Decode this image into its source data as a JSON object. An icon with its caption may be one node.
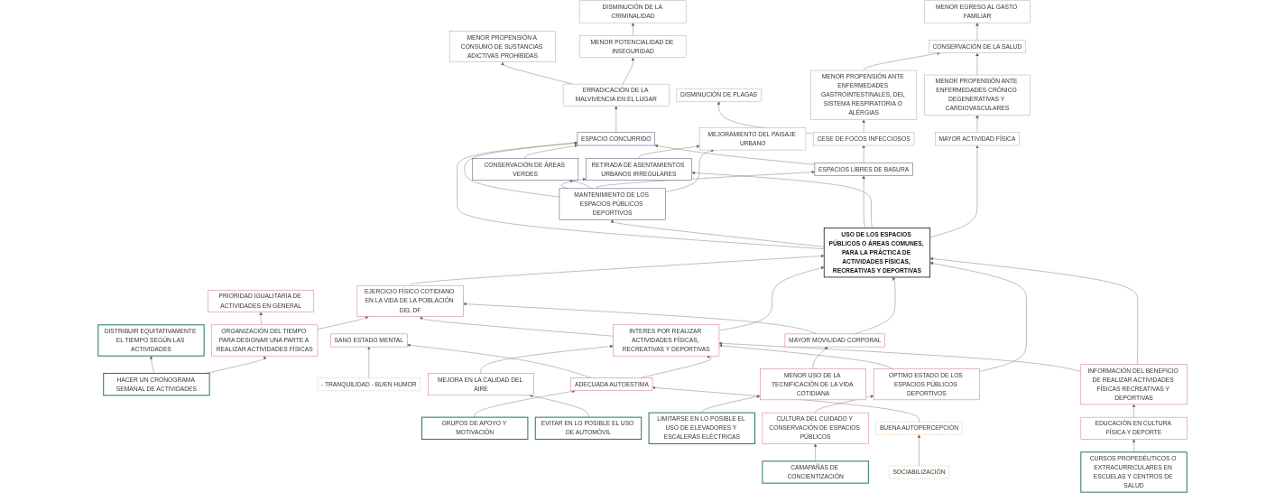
{
  "diagram": {
    "nodes": [
      {
        "text": [
          "MENOR EGRESO AL GASTO FAMILIAR"
        ]
      },
      {
        "text": [
          "CONSERVACIÓN DE LA SALUD"
        ]
      },
      {
        "text": [
          "MENOR PROPENSIÓN ANTE ENFERMEDADES GASTROINTESTINALES, DEL SISTEMA RESPIRATORIA O ALÉRGIAS"
        ]
      },
      {
        "text": [
          "MENOR POTENCIALIDAD DE INSEGURIDAD"
        ]
      },
      {
        "text": [
          "DISMINUCIÓN DE LA CRIMINALIDAD"
        ]
      },
      {
        "text": [
          "MENOR PROPENSIÓN ANTE ENFERMEDADES CRÓNICO DEGENERATIVAS Y CARDIOVASCULARES"
        ]
      },
      {
        "text": [
          "MEJORAMIENTO DEL PAISAJE URBANO"
        ]
      },
      {
        "text": [
          "CESE DE FOCOS INFECCIOSOS"
        ]
      },
      {
        "text": [
          "DISMINUCIÓN DE PLAGAS"
        ]
      },
      {
        "text": [
          "ERRADICACIÓN DE LA MALVIVENCIA EN EL LUGAR"
        ]
      },
      {
        "text": [
          "MENOR PROPENSIÓN A CONSUMO DE SUSTANCIAS ADICTIVAS PROHIBIDAS"
        ]
      },
      {
        "text": [
          "MAYOR ACTIVIDAD FÍSICA"
        ]
      },
      {
        "text": [
          "RETIRADA DE ASENTAMIENTOS URBANOS IRREGULARES"
        ]
      },
      {
        "text": [
          "ESPACIOS LIBRES DE BASURA"
        ]
      },
      {
        "text": [
          "MANTENIMIENTO DE LOS ESPACIOS PÚBLICOS DEPORTIVOS"
        ]
      },
      {
        "text": [
          "CONSERVACIÓN DE ÁREAS VERDES"
        ]
      },
      {
        "text": [
          "ESPACIO CONCURRIDO"
        ]
      },
      {
        "text": [
          "USO DE LOS ESPACIOS PÚBLICOS O ÁREAS COMUNES, PARA LA PRÁCTICA DE ACTIVIDADES FÍSICAS, RECREATIVAS Y DEPORTIVAS"
        ]
      },
      {
        "text": [
          "EJERCICIO FÍSICO COTIDIANO EN LA VIDA DE LA POBLACIÓN DEL DF"
        ]
      },
      {
        "text": [
          "INTERES POR REALIZAR ACTIVIDADES FÍSICAS, RECREATIVAS Y DEPORTIVAS"
        ]
      },
      {
        "text": [
          "INFORMACIÓN DEL BENEFICIO DE REALIZAR ACTIVIDADES FÍSICAS RECREATIVAS Y DEPORTIVAS"
        ]
      },
      {
        "text": [
          "MAYOR MOVILIDAD CORPORAL"
        ]
      },
      {
        "text": [
          "OPTIMO ESTADO DE LOS ESPACIOS PÚBLICOS DEPORTIVOS"
        ]
      },
      {
        "text": [
          "ORGANIZACIÓN DEL TIEMPO PARA DESIGNAR UNA PARTE A REALIZAR ACTIVIDADES FÍSICAS"
        ]
      },
      {
        "text": [
          "PRIORIDAD IGUALITARIA DE ACTIVIDADES EN GENERAL"
        ]
      },
      {
        "text": [
          "MEJORA EN LA CALIDAD DEL AIRE"
        ]
      },
      {
        "text": [
          "ADECUADA AUTOESTIMA"
        ]
      },
      {
        "text": [
          "SANO ESTADO MENTAL"
        ]
      },
      {
        "text": [
          "EDUCACIÓN EN CULTURA FÍSICA Y DEPORTE"
        ]
      },
      {
        "text": [
          "MENOR USO DE LA TECNIFICACIÓN DE LA VIDA COTIDIANA"
        ]
      },
      {
        "text": [
          "CULTURA DEL CUIDADO Y CONSERVACIÓN DE ESPACIOS PÚBLICOS"
        ]
      },
      {
        "text": [
          "BUENA AUTOPERCEPCIÓN"
        ]
      },
      {
        "text": [
          "- TRANQUILIDAD - BUEN HUMOR"
        ]
      },
      {
        "text": [
          "HACER UN CRONOGRAMA SEMANAL DE ACTIVIDADES"
        ]
      },
      {
        "text": [
          "DISTRIBUIR EQUITATIVAMENTE EL TIEMPO SEGÚN LAS ACTIVIDADES"
        ]
      },
      {
        "text": [
          "LIMITARSE EN LO POSIBLE EL USO DE ELEVADORES Y ESCALERAS ELÉCTRICAS"
        ]
      },
      {
        "text": [
          "CAMAPAÑAS DE CONCIENTIZACIÓN"
        ]
      },
      {
        "text": [
          "SOCIABILIZACIÓN"
        ]
      },
      {
        "text": [
          "EVITAR EN LO POSIBLE EL USO DE AUTOMÓVIL"
        ]
      },
      {
        "text": [
          "GRUPOS DE APOYO Y MOTIVACIÓN"
        ]
      },
      {
        "text": [
          "CURSOS PROPEDÉUTICOS O EXTRACURRICULARES EN ESCUELAS Y CENTROS DE SALUD"
        ]
      }
    ],
    "edges": [
      {
        "from": 1,
        "to": 0,
        "arrow": "to"
      },
      {
        "from": 2,
        "to": 1,
        "arrow": "to"
      },
      {
        "from": 5,
        "to": 1,
        "arrow": "to"
      },
      {
        "from": 11,
        "to": 5,
        "arrow": "to"
      },
      {
        "from": 7,
        "to": 2,
        "arrow": "to"
      },
      {
        "from": 7,
        "to": 8,
        "arrow": "to"
      },
      {
        "from": 3,
        "to": 4,
        "arrow": "to"
      },
      {
        "from": 9,
        "to": 3,
        "arrow": "to"
      },
      {
        "from": 9,
        "to": 10,
        "arrow": "to"
      },
      {
        "from": 12,
        "to": 6,
        "arrow": "to"
      },
      {
        "from": 14,
        "to": 6,
        "arrow": "to"
      },
      {
        "from": 13,
        "to": 7,
        "arrow": "to"
      },
      {
        "from": 14,
        "to": 13,
        "arrow": "to"
      },
      {
        "from": 14,
        "to": 15,
        "arrow": "to"
      },
      {
        "from": 15,
        "to": 16,
        "arrow": "to"
      },
      {
        "from": 16,
        "to": 9,
        "arrow": "to"
      },
      {
        "from": 17,
        "to": 11,
        "arrow": "to"
      },
      {
        "from": 17,
        "to": 12,
        "arrow": "to"
      },
      {
        "from": 14,
        "to": 12,
        "arrow": "to"
      },
      {
        "from": 17,
        "to": 13,
        "arrow": "to"
      },
      {
        "from": 17,
        "to": 14,
        "arrow": "to"
      },
      {
        "from": 14,
        "to": 16,
        "arrow": "to"
      },
      {
        "from": 13,
        "to": 16,
        "arrow": "to"
      },
      {
        "from": 17,
        "to": 16,
        "arrow": "to"
      },
      {
        "from": 18,
        "to": 17,
        "arrow": "to"
      },
      {
        "from": 19,
        "to": 17,
        "arrow": "to"
      },
      {
        "from": 20,
        "to": 17,
        "arrow": "to"
      },
      {
        "from": 21,
        "to": 17,
        "arrow": "to"
      },
      {
        "from": 22,
        "to": 17,
        "arrow": "to"
      },
      {
        "from": 19,
        "to": 18,
        "arrow": "to"
      },
      {
        "from": 21,
        "to": 18,
        "arrow": "to"
      },
      {
        "from": 20,
        "to": 19,
        "arrow": "to"
      },
      {
        "from": 25,
        "to": 19,
        "arrow": "to"
      },
      {
        "from": 26,
        "to": 19,
        "arrow": "to"
      },
      {
        "from": 22,
        "to": 19,
        "arrow": "to"
      },
      {
        "from": 23,
        "to": 18,
        "arrow": "to"
      },
      {
        "from": 23,
        "to": 24,
        "arrow": "to"
      },
      {
        "from": 26,
        "to": 27,
        "arrow": "to"
      },
      {
        "from": 28,
        "to": 20,
        "arrow": "to"
      },
      {
        "from": 29,
        "to": 21,
        "arrow": "to"
      },
      {
        "from": 30,
        "to": 22,
        "arrow": "to"
      },
      {
        "from": 31,
        "to": 26,
        "arrow": "to"
      },
      {
        "from": 32,
        "to": 27,
        "arrow": "to"
      },
      {
        "from": 33,
        "to": 23,
        "arrow": "to"
      },
      {
        "from": 33,
        "to": 34,
        "arrow": "to"
      },
      {
        "from": 35,
        "to": 29,
        "arrow": "to"
      },
      {
        "from": 36,
        "to": 30,
        "arrow": "to"
      },
      {
        "from": 37,
        "to": 31,
        "arrow": "to"
      },
      {
        "from": 38,
        "to": 25,
        "arrow": "to"
      },
      {
        "from": 39,
        "to": 26,
        "arrow": "to"
      },
      {
        "from": 40,
        "to": 28,
        "arrow": "to"
      }
    ]
  }
}
